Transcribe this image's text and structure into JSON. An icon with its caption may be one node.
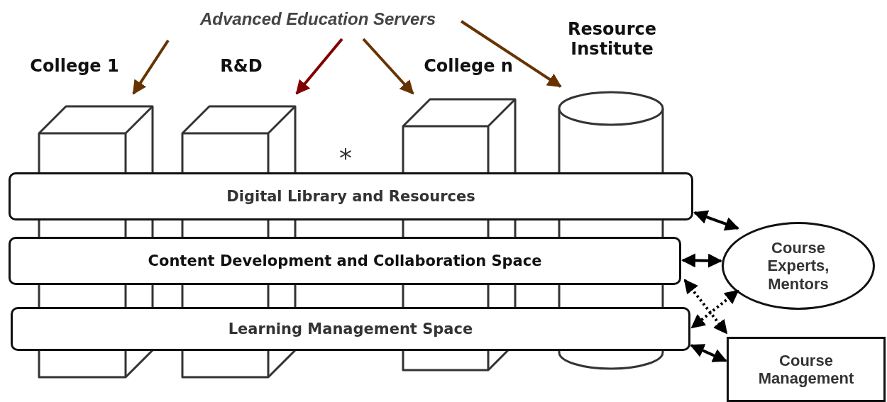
{
  "diagram": {
    "nodes": [
      {
        "text": [
          "Advanced Education Servers"
        ]
      },
      {
        "text": [
          "College 1"
        ]
      },
      {
        "text": [
          "R&D"
        ]
      },
      {
        "text": [
          "College n"
        ]
      },
      {
        "text": [
          "Resource Institute"
        ]
      },
      {
        "text": [
          "Digital Library and Resources"
        ]
      },
      {
        "text": [
          "Content Development and Collaboration Space"
        ]
      },
      {
        "text": [
          "Learning Management Space"
        ]
      },
      {
        "text": [
          "Course Experts, Mentors"
        ]
      },
      {
        "text": [
          "Course Management"
        ]
      }
    ],
    "edges": [
      {
        "from": 0,
        "to": 1,
        "arrow": "to",
        "color": "#663300"
      },
      {
        "from": 0,
        "to": 2,
        "arrow": "to",
        "color": "#800000"
      },
      {
        "from": 0,
        "to": 3,
        "arrow": "to",
        "color": "#663300"
      },
      {
        "from": 0,
        "to": 4,
        "arrow": "to",
        "color": "#663300"
      },
      {
        "from": 5,
        "to": 8,
        "arrow": "both"
      },
      {
        "from": 6,
        "to": 8,
        "arrow": "both"
      },
      {
        "from": 8,
        "to": 7,
        "arrow": "both",
        "style": "dashed"
      },
      {
        "from": 6,
        "to": 9,
        "arrow": "both",
        "style": "dashed"
      },
      {
        "from": 7,
        "to": 9,
        "arrow": "both"
      }
    ],
    "labels": [
      "*"
    ]
  }
}
